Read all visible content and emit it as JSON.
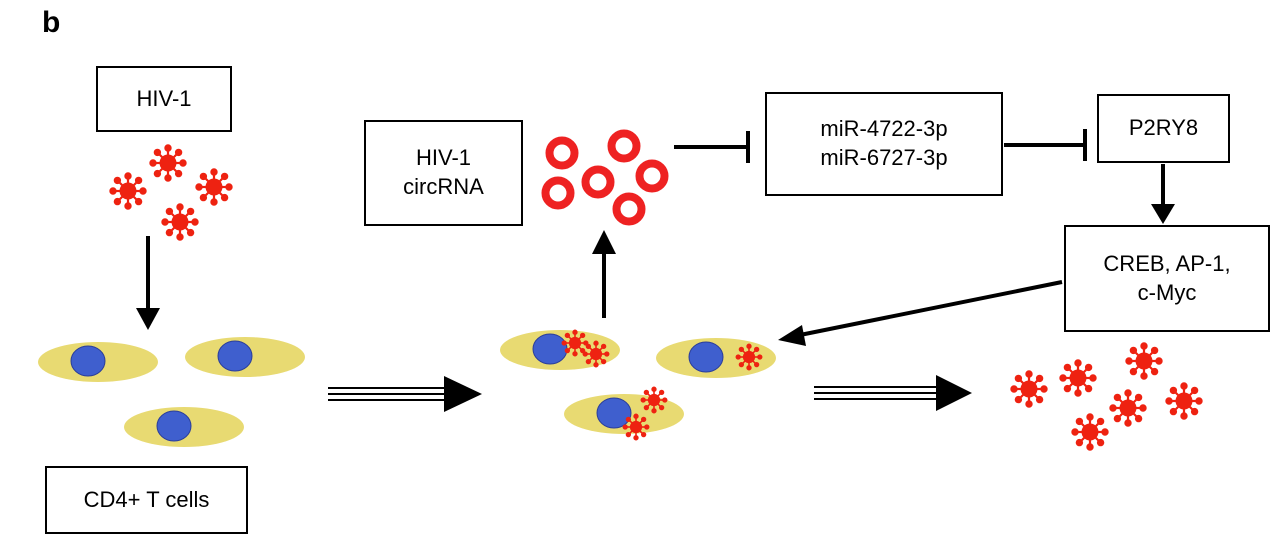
{
  "panel_label": "b",
  "labels": {
    "hiv1": "HIV-1",
    "cd4_cells": "CD4+ T cells",
    "circ_line1": "HIV-1",
    "circ_line2": "circRNA",
    "mir_line1": "miR-4722-3p",
    "mir_line2": "miR-6727-3p",
    "p2ry8": "P2RY8",
    "tf_line1": "CREB, AP-1,",
    "tf_line2": "c-Myc"
  },
  "colors": {
    "virus": "#ee2211",
    "cell_body": "#e8da72",
    "nucleus": "#3f5fce",
    "circrna": "#ee2222",
    "line": "#000000"
  }
}
